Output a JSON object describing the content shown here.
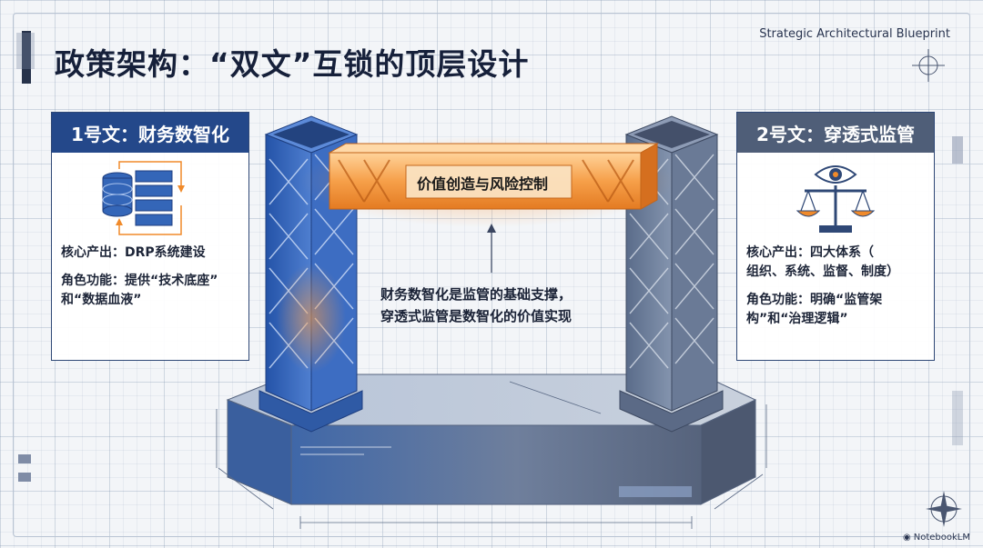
{
  "header": {
    "title": "政策架构：“双文”互锁的顶层设计",
    "subtitle": "Strategic Architectural Blueprint"
  },
  "left_panel": {
    "title": "1号文：财务数智化",
    "icon": "database-server-icon",
    "core_output": "核心产出：DRP系统建设",
    "role_line1": "角色功能：提供“技术底座”",
    "role_line2": "和“数据血液”"
  },
  "right_panel": {
    "title": "2号文：穿透式监管",
    "icon": "eye-scales-icon",
    "core_output_line1": "核心产出：四大体系（",
    "core_output_line2": "组织、系统、监督、制度）",
    "role_line1": "角色功能：明确“监管架",
    "role_line2": "构”和“治理逻辑”"
  },
  "bridge": {
    "beam_label": "价值创造与风险控制",
    "center_line1": "财务数智化是监管的基础支撑，",
    "center_line2": "穿透式监管是数智化的价值实现"
  },
  "branding": {
    "name": "NotebookLM"
  },
  "colors": {
    "left_accent": "#24488a",
    "right_accent": "#4f5e78",
    "beam_glow": "#f28a2a",
    "title": "#16203a"
  }
}
